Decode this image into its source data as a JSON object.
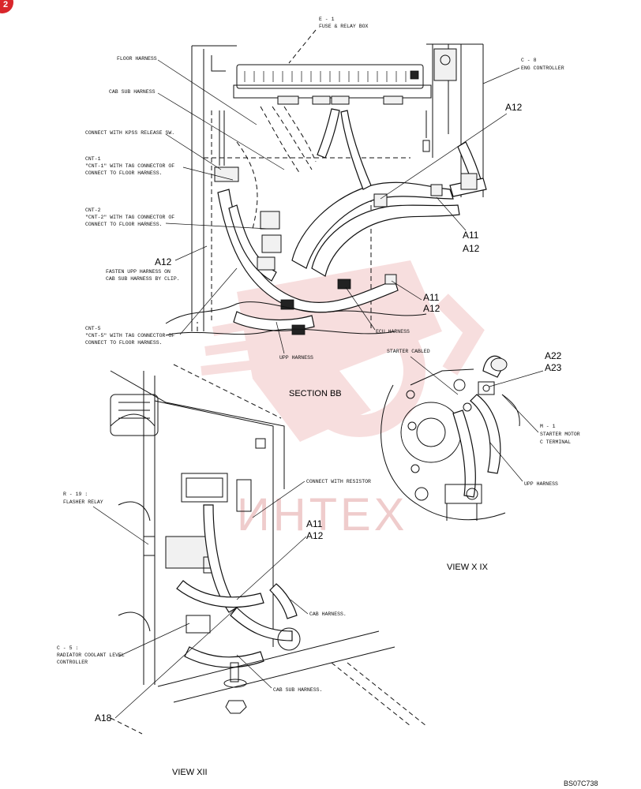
{
  "page_badge": "2",
  "watermark": {
    "text": "ИНТЕХ",
    "color": "#e9b7b7"
  },
  "colors": {
    "badge": "#d9262b",
    "watermark_logo": "#f2c4c4",
    "ink": "#111111"
  },
  "labels": {
    "e1": "E - 1",
    "fuse_relay_box": "FUSE & RELAY BOX",
    "c8": "C - 8",
    "eng_controller": "ENG CONTROLLER",
    "floor_harness": "FLOOR HARNESS",
    "cab_sub_harness_top": "CAB SUB HARNESS",
    "connect_kpss": "CONNECT WITH KPSS RELEASE SW.",
    "cnt1": "CNT-1",
    "cnt1_desc1": "\"CNT-1\" WITH TAG CONNECTOR OF",
    "cnt1_desc2": "CONNECT TO FLOOR HARNESS.",
    "cnt2": "CNT-2",
    "cnt2_desc1": "\"CNT-2\" WITH TAG CONNECTOR OF",
    "cnt2_desc2": "CONNECT TO FLOOR HARNESS.",
    "fasten1": "FASTEN UPP HARNESS ON",
    "fasten2": "CAB SUB HARNESS BY CLIP.",
    "cnt5": "CNT-5",
    "cnt5_desc1": "\"CNT-5\" WITH TAG CONNECTOR OF",
    "cnt5_desc2": "CONNECT TO FLOOR HARNESS.",
    "ecu_harness": "ECU HARNESS",
    "upp_harness_bb": "UPP HARNESS",
    "section_bb": "SECTION BB",
    "starter_cabled": "STARTER CABLED",
    "m1": "M - 1",
    "starter_motor": "STARTER MOTOR",
    "c_terminal": "C TERMINAL",
    "upp_harness_x": "UPP HARNESS",
    "view_xix": "VIEW X IX",
    "r19": "R - 19 :",
    "flasher_relay": "FLASHER RELAY",
    "connect_resistor": "CONNECT WITH RESISTOR",
    "cab_harness": "CAB HARNESS.",
    "c5": "C - 5 :",
    "radiator1": "RADIATOR COOLANT LEVEL",
    "radiator2": "CONTROLLER",
    "cab_sub_harness_bottom": "CAB SUB HARNESS.",
    "view_xii": "VIEW XII",
    "doc_code": "BS07C738"
  },
  "refs": {
    "a12_top": "A12",
    "a11_right": "A11",
    "a12_right": "A12",
    "a12_clip": "A12",
    "a11_ecu": "A11",
    "a12_ecu": "A12",
    "a22": "A22",
    "a23": "A23",
    "a11_view": "A11",
    "a12_view": "A12",
    "a18": "A18"
  }
}
